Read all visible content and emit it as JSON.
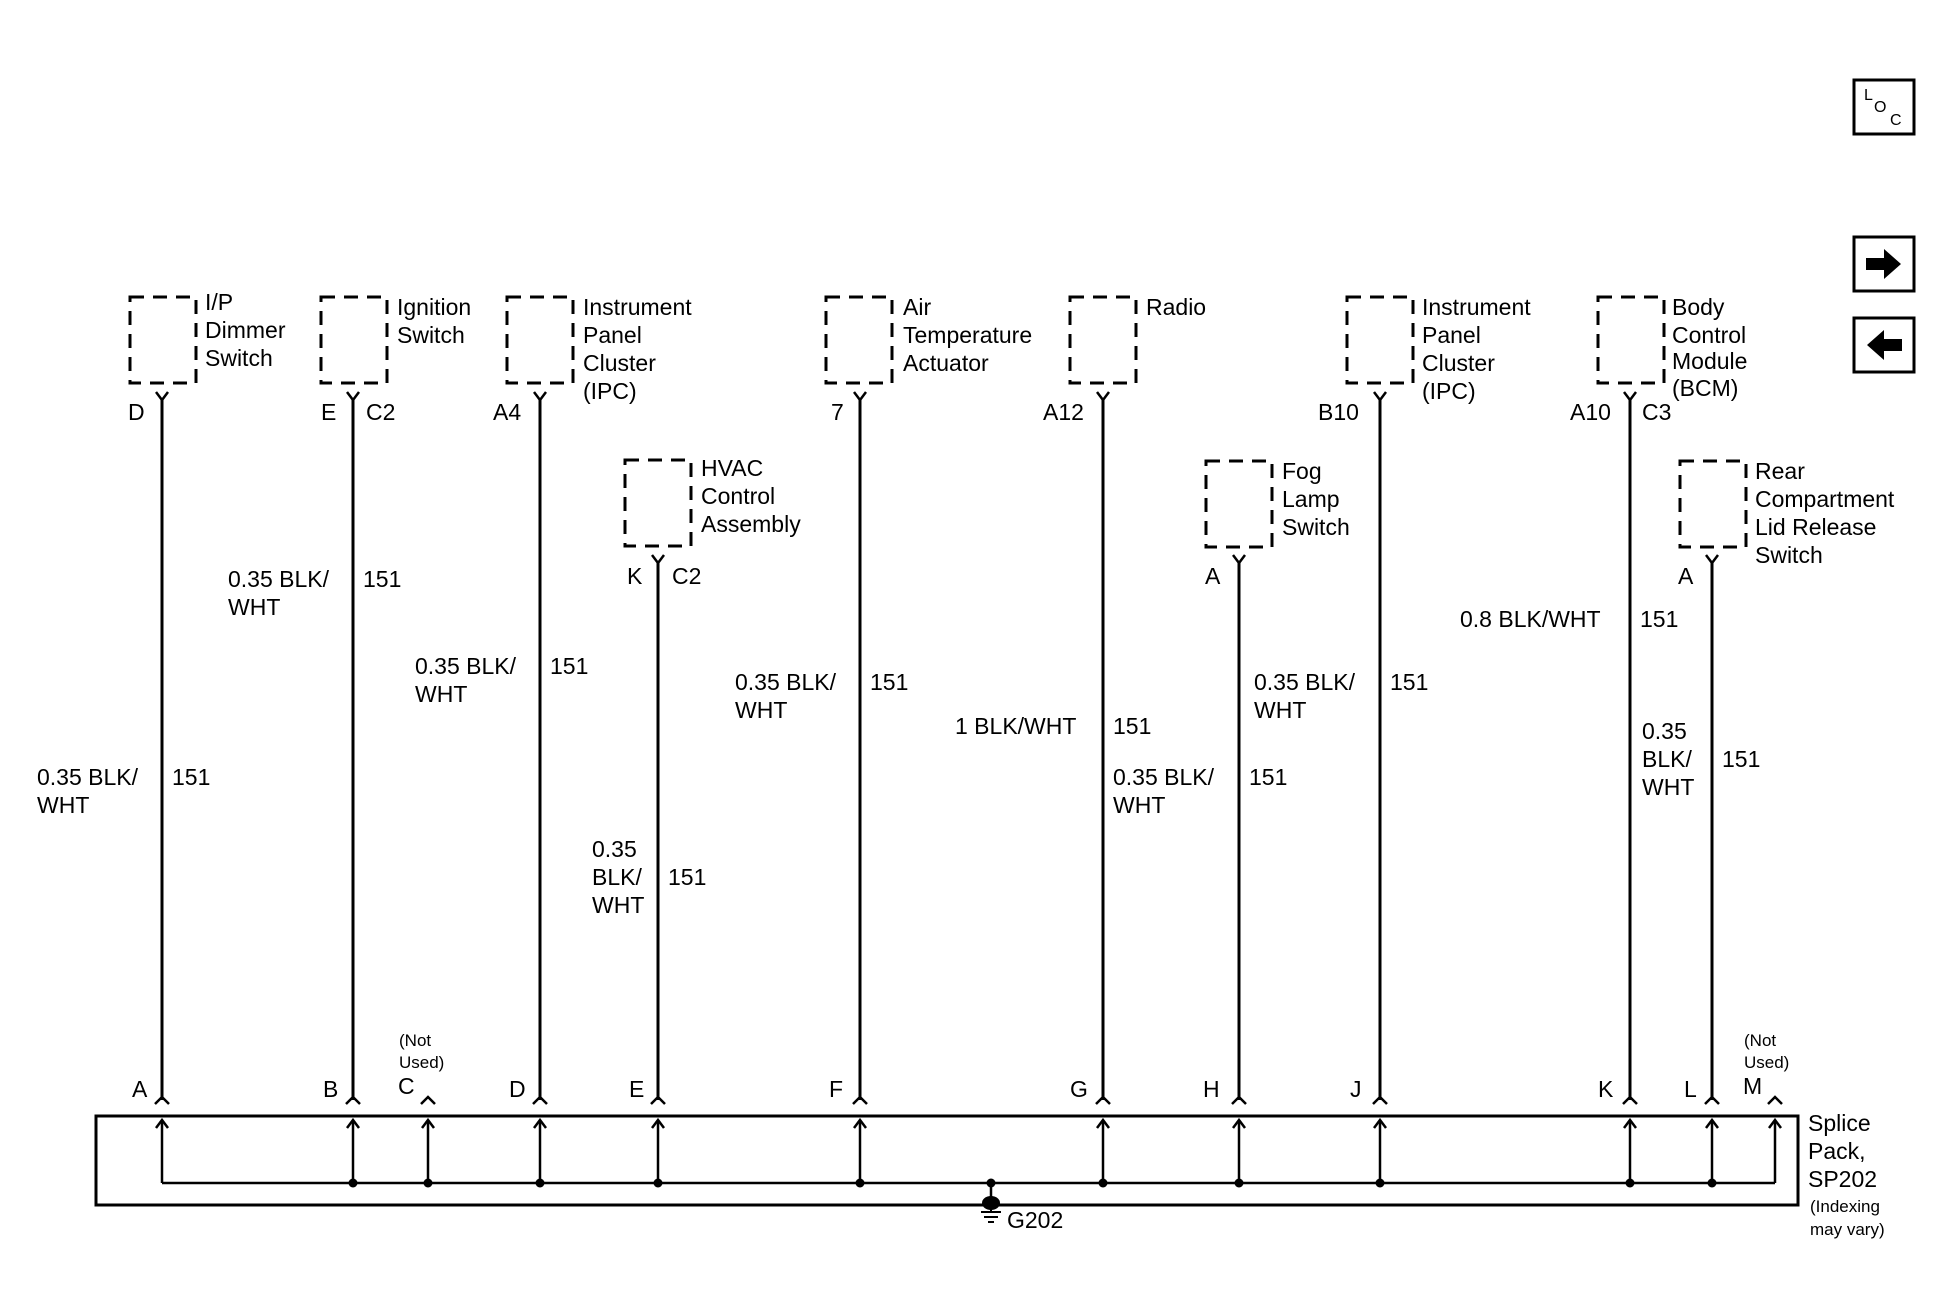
{
  "components": [
    {
      "name": "I/P Dimmer Switch",
      "lines": [
        "I/P",
        "Dimmer",
        "Switch"
      ]
    },
    {
      "name": "Ignition Switch",
      "lines": [
        "Ignition",
        "Switch"
      ]
    },
    {
      "name": "Instrument Panel Cluster (IPC)",
      "lines": [
        "Instrument",
        "Panel",
        "Cluster",
        "(IPC)"
      ]
    },
    {
      "name": "HVAC Control Assembly",
      "lines": [
        "HVAC",
        "Control",
        "Assembly"
      ]
    },
    {
      "name": "Air Temperature Actuator",
      "lines": [
        "Air",
        "Temperature",
        "Actuator"
      ]
    },
    {
      "name": "Radio",
      "lines": [
        "Radio"
      ]
    },
    {
      "name": "Fog Lamp Switch",
      "lines": [
        "Fog",
        "Lamp",
        "Switch"
      ]
    },
    {
      "name": "Instrument Panel Cluster (IPC)",
      "lines": [
        "Instrument",
        "Panel",
        "Cluster",
        "(IPC)"
      ]
    },
    {
      "name": "Body Control Module (BCM)",
      "lines": [
        "Body",
        "Control",
        "Module",
        "(BCM)"
      ]
    },
    {
      "name": "Rear Compartment Lid Release Switch",
      "lines": [
        "Rear",
        "Compartment",
        "Lid Release",
        "Switch"
      ]
    }
  ],
  "component_pins": [
    {
      "pin": "D",
      "connector": ""
    },
    {
      "pin": "E",
      "connector": "C2"
    },
    {
      "pin": "A4",
      "connector": ""
    },
    {
      "pin": "K",
      "connector": "C2"
    },
    {
      "pin": "7",
      "connector": ""
    },
    {
      "pin": "A12",
      "connector": ""
    },
    {
      "pin": "A",
      "connector": ""
    },
    {
      "pin": "B10",
      "connector": ""
    },
    {
      "pin": "A10",
      "connector": "C3"
    },
    {
      "pin": "A",
      "connector": ""
    }
  ],
  "wires": [
    {
      "label": [
        "0.35 BLK/",
        "WHT"
      ],
      "circuit": "151"
    },
    {
      "label": [
        "0.35 BLK/",
        "WHT"
      ],
      "circuit": "151"
    },
    {
      "label": [
        "0.35 BLK/",
        "WHT"
      ],
      "circuit": "151"
    },
    {
      "label": [
        "0.35",
        "BLK/",
        "WHT"
      ],
      "circuit": "151"
    },
    {
      "label": [
        "0.35 BLK/",
        "WHT"
      ],
      "circuit": "151"
    },
    {
      "label": [
        "1 BLK/WHT"
      ],
      "circuit": "151"
    },
    {
      "label": [
        "0.35 BLK/",
        "WHT"
      ],
      "circuit": "151"
    },
    {
      "label": [
        "0.35 BLK/",
        "WHT"
      ],
      "circuit": "151"
    },
    {
      "label": [
        "0.8 BLK/WHT"
      ],
      "circuit": "151"
    },
    {
      "label": [
        "0.35",
        "BLK/",
        "WHT"
      ],
      "circuit": "151"
    }
  ],
  "splice_pins": [
    "A",
    "B",
    "C",
    "D",
    "E",
    "F",
    "G",
    "H",
    "J",
    "K",
    "L",
    "M"
  ],
  "not_used": [
    "(Not",
    "Used)"
  ],
  "splice_pack": {
    "lines": [
      "Splice",
      "Pack,",
      "SP202"
    ],
    "note": [
      "(Indexing",
      "may vary)"
    ]
  },
  "ground": "G202",
  "nav": {
    "loc": {
      "l": "L",
      "o": "O",
      "c": "C"
    },
    "forward_icon": "arrow-right-icon",
    "back_icon": "arrow-left-icon"
  }
}
